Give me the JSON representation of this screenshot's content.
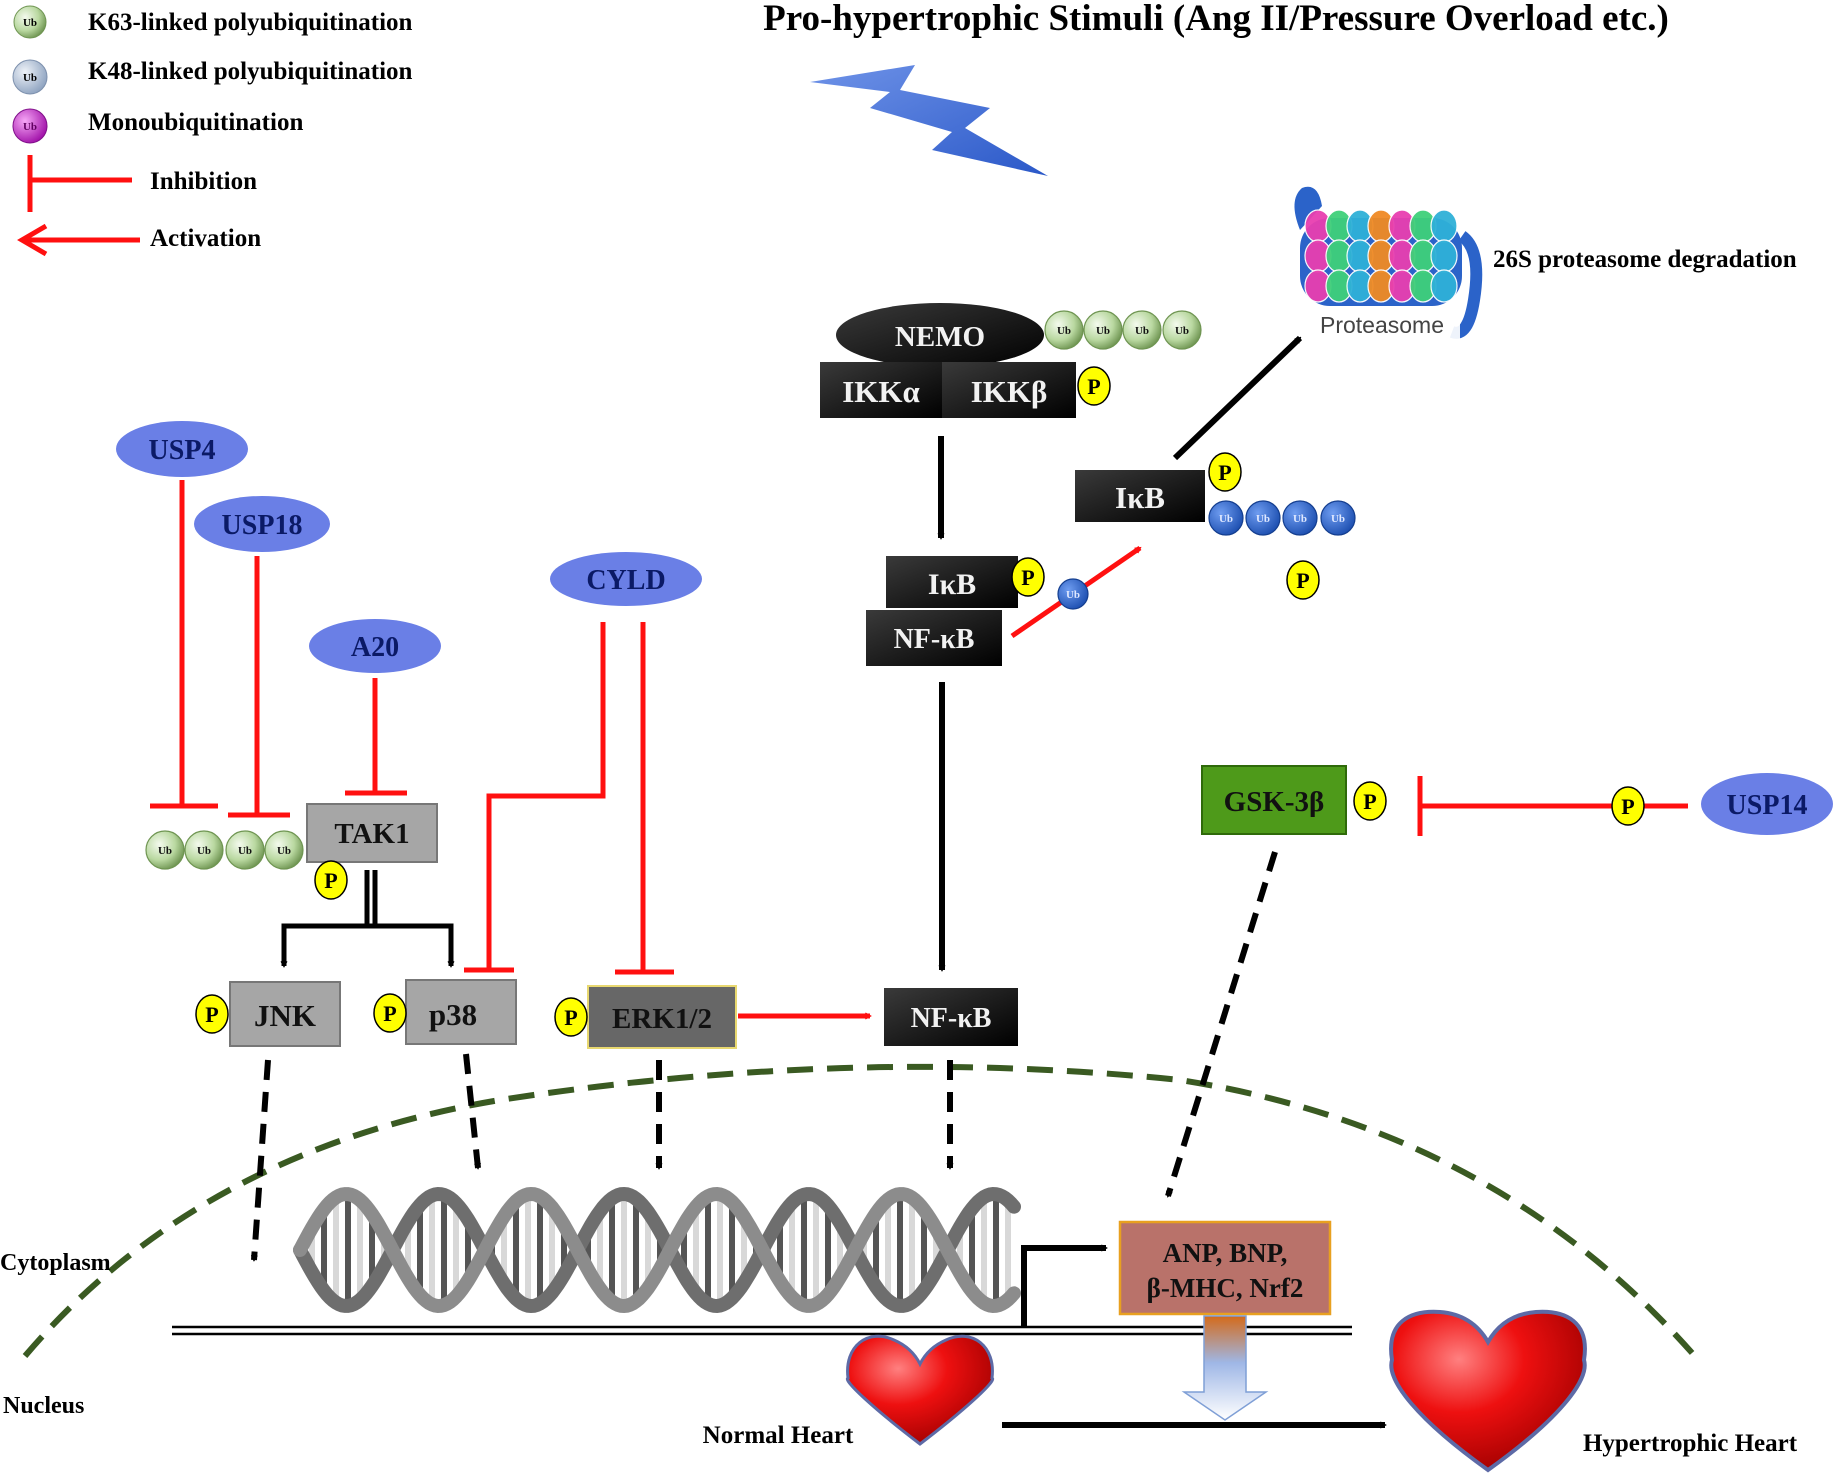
{
  "title": "Pro-hypertrophic Stimuli (Ang II/Pressure Overload etc.)",
  "legend": {
    "k63": "K63-linked polyubiquitination",
    "k48": "K48-linked polyubiquitination",
    "mono": "Monoubiquitination",
    "inhibition": "Inhibition",
    "activation": "Activation"
  },
  "ub_label": "Ub",
  "p_label": "P",
  "proteasome": {
    "label": "Proteasome",
    "caption": "26S proteasome degradation"
  },
  "nodes": {
    "nemo": "NEMO",
    "ikka": "IKKα",
    "ikkb": "IKKβ",
    "ikb_top": "IκB",
    "ikb_mid": "IκB",
    "nfkb_mid": "NF-κB",
    "nfkb_bottom": "NF-κB",
    "usp4": "USP4",
    "usp18": "USP18",
    "a20": "A20",
    "cyld": "CYLD",
    "tak1": "TAK1",
    "jnk": "JNK",
    "p38": "p38",
    "erk": "ERK1/2",
    "gsk": "GSK-3β",
    "usp14": "USP14",
    "genes_line1": "ANP, BNP,",
    "genes_line2": "β-MHC, Nrf2"
  },
  "regions": {
    "cytoplasm": "Cytoplasm",
    "nucleus": "Nucleus"
  },
  "hearts": {
    "normal": "Normal Heart",
    "hypertrophic": "Hypertrophic Heart"
  },
  "colors": {
    "inhibition": "#ff1010",
    "activation_red": "#ff1010",
    "arrow": "#000000",
    "enzyme": "#6a7fe6",
    "kinase_gray": "#a6a6a6",
    "black_box": "#111111",
    "gsk": "#4e9a1a",
    "genes_box": "#b9726a",
    "phospho": "#ffff00",
    "ub_k63": "#b9d8a0",
    "ub_k48": "#2e67c9",
    "ub_mono": "#c020c8",
    "membrane": "#3a5a22",
    "heart": "#e01010"
  }
}
